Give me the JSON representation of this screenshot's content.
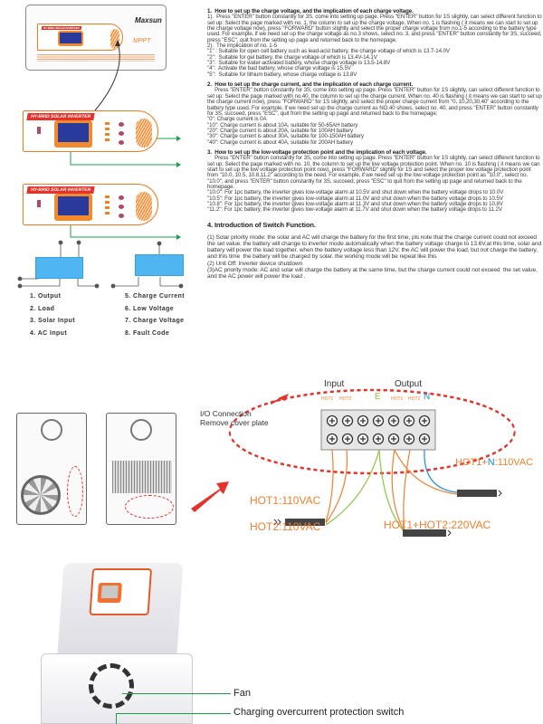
{
  "sections": [
    {
      "heading": "1.  How to set up the charge voltage, and the implication of each charge voltage.",
      "body": "1).  Press \"ENTER\" button constantly for 3S, come into setting up page. Press \"ENTER\" button for 1S slightly, can select different function to set up: Select the page marked with no. 1, the column to set up the charge voltage. When no. 1 is flashing ( it means we can start to set up the charge voltage now), press \"FORWARD\" button slightly and select the proper charge voltage from no.1-5 according to the battery type used. For example, if we need set up the charge voltage as no.3 shows, select no. 3, and press \"ENTER\" button constantly for 3S, succeed, press \"ESC\", quit from the setting up page and returned back to the homepage.\n2).  The implication of no. 1-5\n\"1\" : Suitable for open cell battery such as lead-acid battery, the charge voltage of which is 13.7-14.0V\n\"2\":  Suitable for gel battery, the charge voltage of which is 13.4V-14.1V\n\"3\":  Suitable for water-activated battery, whose charge voltage is 13.5-14.8V\n\"4\":  Activate the bad battery, whose charge voltage is 15.5V\n\"5\":  Suitable for lithium battery, whose charge voltage is 13.8V"
    },
    {
      "heading": "2.  How to set up the charge current, and the implication of each charge current.",
      "body": "     Press \"ENTER\" button constantly for 3S, come into setting up page. Press \"ENTER\" button for 1S slightly, can select different function to set up: Select the page marked with no.40, the column to set up the charge current. When no. 40 is flashing ( it means we can start to set up the charge current now), press \"FORWARD\" for 1S slightly, and select the proper charge current from \"0, 10,20,30,40\" according to the battery type used. For example, if we need set up the charge current as NO.40 shows, select no. 40, and press \"ENTER\" button constantly for 3S, succeed, press \"ESC\", quit from the setting up page and returned back to the homepage;\n\"0\": Charge current is 0A\n\"10\": Charge current is about 10A, suitable for 50-65AH battery\n\"20\": Charge current is about 20A, suitable for 100AH battery\n\"30\": Charge current is about 30A, suitable for 100-150AH battery\n\"40\": Charge current is about 40A, suitable for 200AH battery"
    },
    {
      "heading": "3.  How to set up the low-voltage protection point and the implication of each voltage.",
      "body": "     Press \"ENTER\" button constantly for 3S, come into setting up page. Press \"ENTER\" button for 1S slightly, can select different function to set up: Select the page marked with no. 10, the column to set up the low voltage protection point. When no. 10 is flashing ( it means we can start to set up the low voltage protection point now), press \"FORWARD\" slightly for 1S and select the proper low voltage protection point from \"10.0, 10.5, 10.8,11.2\" according to the need. For example, if we need set up the low-voltage protection point as \"10.0\", select no. \"10.0\", and press \"ENTER\" button constantly for 3S, succeed, press \"ESC\" to quit from the setting up page and returned back to the homepage.\n\"10.0\": For 1pc battery, the inverter gives low-voltage alarm at 10.5V and shut down when the battery voltage drops to 10.0V\n\"10.5\": For 1pc battery, the inverter gives low-voltage alarm at 11.0V and shut down when the battery voltage drops to 10.5V\n\"10.8\": For 1pc battery, the inverter gives low-voltage alarm at 11.3V and shut down when the battery voltage drops to 10.8V\n\"11.2\": For 1pc battery, the inverter gives low-voltage alarm at 11.7V and shut down when the battery voltage drops to 11.2V"
    },
    {
      "heading": "4. Introduction of Switch Function.",
      "body": "(1) Solar priority mode: the solar and AC will charge the battery for the first time, pls note that the charge current could not exceed the set value. the battery will change to inverter mode automatically when the battery voltage charge to 13.6V,at this time, solar and battery will power the load together. when the battery voltage less than 12V, the AC will power the load, but not charge the battery, and this time  the battery will be charged by solar. the working mode will be repeat like this\n(2) Unit Off: Inverter device shutdown\n(3)AC priority mode: AC and solar will charge the battery at the same time, but the charge current could not exceed  the set value, and the AC power will power the load ."
    }
  ],
  "device": {
    "brand": "Maxsun",
    "mppt_logo": "MPPT",
    "panel_title": "HY-BRID SOLAR INVERTER"
  },
  "legend": {
    "left": [
      "1.  Output",
      "2.  Load",
      "3.  Solar Input",
      "4.  AC Input"
    ],
    "right": [
      "5.  Charge Current",
      "6.  Low Voltage",
      "7.  Charge Voltage",
      "8.  Fault Code"
    ]
  },
  "wiring": {
    "io_label_1": "I/O Connection",
    "io_label_2": "Remove cover plate",
    "input": "Input",
    "output": "Output",
    "terminals": [
      "HOT1",
      "HOT2",
      "E",
      "HOT1",
      "HOT2",
      "N"
    ],
    "hot1_110": "HOT1:110VAC",
    "hot2_110": "HOT2:110VAC",
    "hot1_hot2_220": "HOT1+HOT2:220VAC",
    "hot1n_a": "HOT1+",
    "hot1n_b": "N",
    "hot1n_c": ":110VAC"
  },
  "photo": {
    "fan": "Fan",
    "switch": "Charging overcurrent protection switch"
  },
  "colors": {
    "orange": "#f08030",
    "green": "#8cc63f",
    "blue": "#1a8fe0",
    "red": "#e5322a",
    "pointer_green": "#1aa04a"
  }
}
